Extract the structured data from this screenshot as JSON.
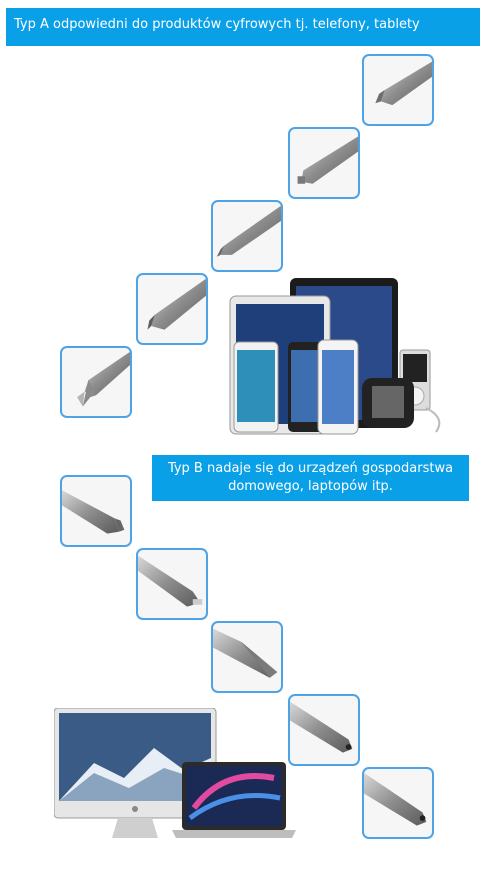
{
  "banner_a": {
    "text": "Typ A odpowiedni do produktów cyfrowych tj. telefony, tablety"
  },
  "banner_b": {
    "line1": "Typ B nadaje się do urządzeń gospodarstwa",
    "line2": "domowego, laptopów itp."
  },
  "colors": {
    "banner": "#0aa0e8",
    "tile_border": "#4da3e6"
  },
  "tiles_a": [
    {
      "name": "tile-a1",
      "icon": "phillips-bit-icon"
    },
    {
      "name": "tile-a2",
      "icon": "pentalobe-bit-icon"
    },
    {
      "name": "tile-a3",
      "icon": "tri-wing-bit-icon"
    },
    {
      "name": "tile-a4",
      "icon": "phillips-bit-icon"
    },
    {
      "name": "tile-a5",
      "icon": "tri-wing-bit-icon"
    }
  ],
  "tiles_b": [
    {
      "name": "tile-b1",
      "icon": "phillips-bit-icon"
    },
    {
      "name": "tile-b2",
      "icon": "flat-bit-icon"
    },
    {
      "name": "tile-b3",
      "icon": "torx-bit-icon"
    },
    {
      "name": "tile-b4",
      "icon": "hex-bit-icon"
    },
    {
      "name": "tile-b5",
      "icon": "hex-bit-icon"
    }
  ]
}
